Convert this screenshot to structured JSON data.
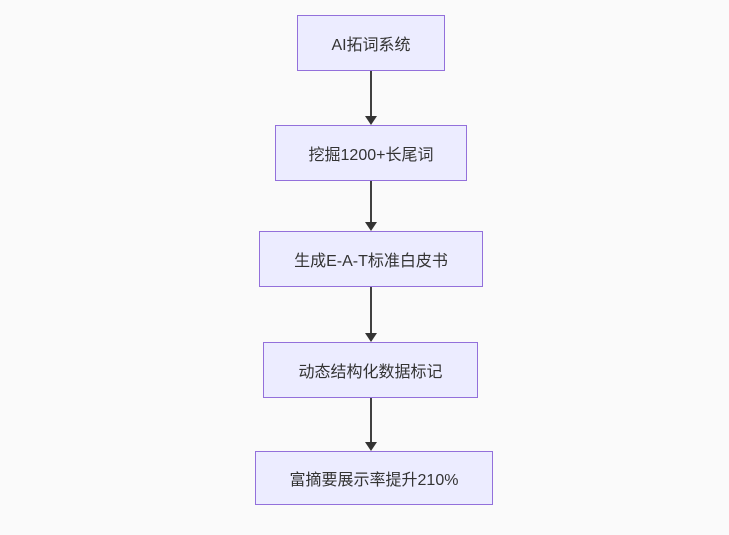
{
  "diagram": {
    "type": "flowchart-vertical",
    "background_color": "#fafafa",
    "node_fill_color": "#ECECFF",
    "node_border_color": "#9370DB",
    "edge_color": "#333333",
    "text_color": "#333333",
    "nodes": [
      {
        "label": "AI拓词系统"
      },
      {
        "label": "挖掘1200+长尾词"
      },
      {
        "label": "生成E-A-T标准白皮书"
      },
      {
        "label": "动态结构化数据标记"
      },
      {
        "label": "富摘要展示率提升210%"
      }
    ],
    "edges": [
      {
        "from": 0,
        "to": 1
      },
      {
        "from": 1,
        "to": 2
      },
      {
        "from": 2,
        "to": 3
      },
      {
        "from": 3,
        "to": 4
      }
    ]
  }
}
